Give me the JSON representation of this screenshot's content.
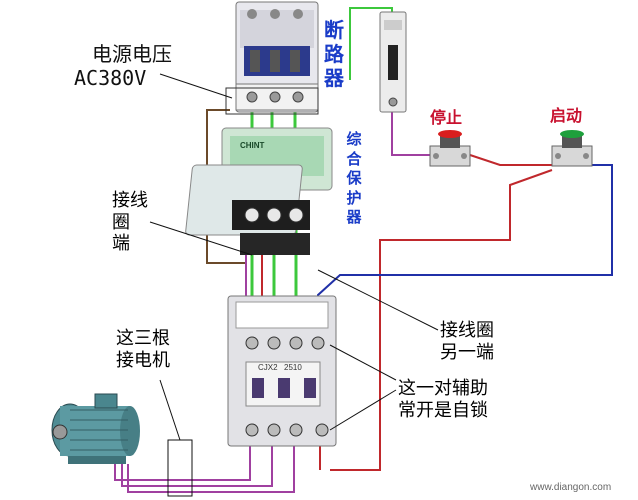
{
  "labels": {
    "power_voltage_cn": "电源电压",
    "power_voltage_value": "AC380V",
    "breaker": [
      "断",
      "路",
      "器"
    ],
    "protector": [
      "综",
      "合",
      "保",
      "护",
      "器"
    ],
    "stop": "停止",
    "start": "启动",
    "coil_end_lines": [
      "接线",
      "圈",
      "端"
    ],
    "coil_other_end_lines": [
      "接线圈",
      "另一端"
    ],
    "motor_lines": [
      "这三根",
      "接电机"
    ],
    "aux_contact_lines": [
      "这一对辅助",
      "常开是自锁"
    ],
    "watermark": "www.diangon.com"
  },
  "device_markings": {
    "protector_brand": "CHINT",
    "contactor_model": "CJX2",
    "contactor_model_sub": "2510"
  },
  "colors": {
    "wire_green": "#3cc83c",
    "wire_purple": "#a040a0",
    "wire_red": "#c0282c",
    "wire_blue": "#2030a8",
    "wire_brown": "#6b4a2a",
    "stop_button": "#d81e1e",
    "start_button": "#1ea03c",
    "label_blue": "#1a3cc8",
    "label_red": "#c8102e"
  }
}
